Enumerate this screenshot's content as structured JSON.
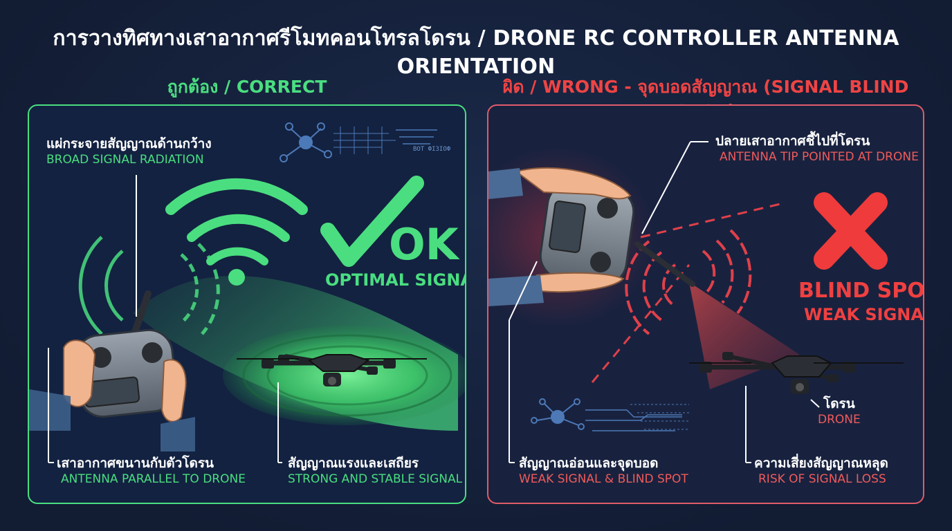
{
  "header": {
    "title": "การวางทิศทางเสาอากาศรีโมทคอนโทรลโดรน / DRONE RC CONTROLLER ANTENNA ORIENTATION"
  },
  "correct_panel": {
    "heading": "ถูกต้อง / CORRECT",
    "ok_mark": "OK",
    "status": "OPTIMAL SIGNAL",
    "hud_text": "ВОТ ФІЗІОФ",
    "labels": [
      {
        "th": "แผ่กระจายสัญญาณด้านกว้าง",
        "en": "BROAD SIGNAL RADIATION"
      },
      {
        "th": "เสาอากาศขนานกับตัวโดรน",
        "en": "ANTENNA PARALLEL TO DRONE"
      },
      {
        "th": "สัญญาณแรงและเสถียร",
        "en": "STRONG AND STABLE SIGNAL"
      }
    ]
  },
  "wrong_panel": {
    "heading": "ผิด / WRONG - จุดบอดสัญญาณ (SIGNAL BLIND SPOT)",
    "status_line1": "BLIND SPOT",
    "status_line2": "WEAK SIGNAL",
    "labels": [
      {
        "th": "ปลายเสาอากาศชี้ไปที่โดรน",
        "en": "ANTENNA TIP POINTED AT DRONE"
      },
      {
        "th": "โดรน",
        "en": "DRONE"
      },
      {
        "th": "สัญญาณอ่อนและจุดบอด",
        "en": "WEAK SIGNAL & BLIND SPOT"
      },
      {
        "th": "ความเสี่ยงสัญญาณหลุด",
        "en": "RISK OF SIGNAL LOSS"
      }
    ]
  },
  "colors": {
    "correct_accent": "#4ade80",
    "wrong_accent": "#ef4444",
    "background": "#14213d"
  },
  "icons": [
    "check-icon",
    "cross-icon",
    "drone-icon",
    "rc-controller-icon",
    "hand-icon",
    "wifi-signal-icon",
    "network-node-icon"
  ]
}
